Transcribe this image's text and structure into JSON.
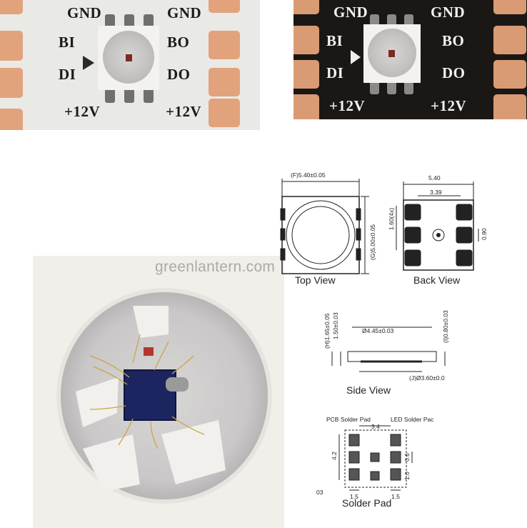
{
  "strips": {
    "white": {
      "left_labels": [
        "GND",
        "BI",
        "DI",
        "+12V"
      ],
      "right_labels": [
        "GND",
        "BO",
        "DO",
        "+12V"
      ]
    },
    "black": {
      "left_labels": [
        "GND",
        "BI",
        "DI",
        "+12V"
      ],
      "right_labels": [
        "GND",
        "BO",
        "DO",
        "+12V"
      ]
    }
  },
  "watermark": "greenlantern.com",
  "drawing": {
    "top_view": {
      "label": "Top View",
      "width_dim": "(F)5.40±0.05",
      "height_dim": "(G)5.00±0.05"
    },
    "back_view": {
      "label": "Back View",
      "width_dim": "5.40",
      "pad_span_dim": "3.39",
      "pad_len_dim": "1.60(4x)",
      "pad_pitch_dim": "0.90"
    },
    "side_view": {
      "label": "Side View",
      "height_dim": "(H)1.65±0.05",
      "body_dim": "1.50±0.03",
      "top_dim": "Ø4.45±0.03",
      "lens_dim": "(I)0.80±0.03",
      "bottom_dim": "(J)Ø3.60±0.0"
    },
    "solder_pad": {
      "label": "Solder Pad",
      "pcb_label": "PCB Solder Pad",
      "led_label": "LED Solder Pac",
      "top_dim": "3.4",
      "left_dim": "4.2",
      "right_dim_a": "0.6",
      "right_dim_b": "1.0",
      "bottom_left_dim": "1.5",
      "bottom_right_dim": "1.5",
      "corner_text": "03"
    }
  },
  "colors": {
    "copper_pad": "#e2a37c",
    "white_pcb": "#e9e9e6",
    "black_pcb": "#1b1715"
  }
}
